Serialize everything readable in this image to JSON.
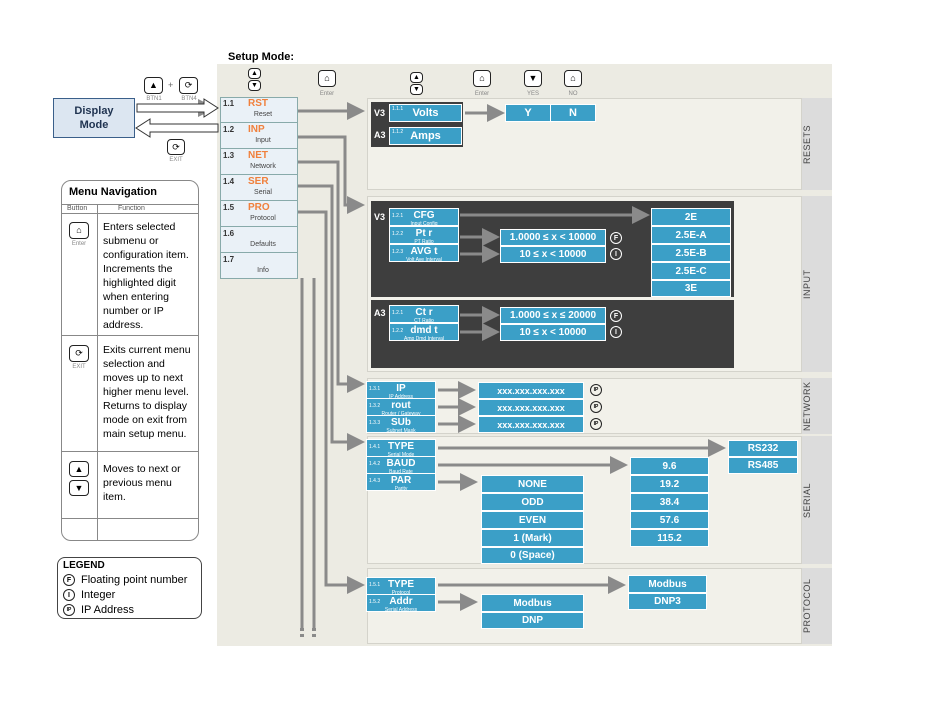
{
  "setup_title": "Setup Mode:",
  "display_mode": "Display\nMode",
  "btn_labels": {
    "btn1": "BTN1",
    "btn4": "BTN4",
    "exit": "EXIT",
    "enter": "Enter",
    "yes": "YES",
    "no": "NO",
    "plus": "+"
  },
  "menu_items": [
    {
      "num": "1.1",
      "label": "RST",
      "sub": "Reset"
    },
    {
      "num": "1.2",
      "label": "INP",
      "sub": "Input"
    },
    {
      "num": "1.3",
      "label": "NET",
      "sub": "Network"
    },
    {
      "num": "1.4",
      "label": "SER",
      "sub": "Serial"
    },
    {
      "num": "1.5",
      "label": "PRO",
      "sub": "Protocol"
    },
    {
      "num": "1.6",
      "label": "",
      "sub": "Defaults"
    },
    {
      "num": "1.7",
      "label": "",
      "sub": "Info"
    }
  ],
  "sections": {
    "resets": "RESETS",
    "input": "INPUT",
    "network": "NETWORK",
    "serial": "SERIAL",
    "protocol": "PROTOCOL"
  },
  "resets": {
    "v3": "V3",
    "a3": "A3",
    "volts_idx": "1.1.1",
    "volts": "Volts",
    "amps_idx": "1.1.2",
    "amps": "Amps",
    "y": "Y",
    "n": "N"
  },
  "input": {
    "v3": "V3",
    "a3": "A3",
    "cfg": {
      "idx": "1.2.1",
      "label": "CFG",
      "sub": "Input Config"
    },
    "ptr": {
      "idx": "1.2.2",
      "label": "Pt r",
      "sub": "PT Ratio"
    },
    "avgt": {
      "idx": "1.2.3",
      "label": "AVG t",
      "sub": "Volt Ave Interval"
    },
    "ctr": {
      "idx": "1.2.1",
      "label": "Ct r",
      "sub": "CT Ratio"
    },
    "dmdt": {
      "idx": "1.2.2",
      "label": "dmd t",
      "sub": "Amp Dmd Interval"
    },
    "range_pt": "1.0000 ≤ x < 10000",
    "range_avg": "10 ≤ x < 10000",
    "range_ct": "1.0000 ≤ x ≤ 20000",
    "range_dmd": "10 ≤ x < 10000",
    "cfg_options": [
      "2E",
      "2.5E-A",
      "2.5E-B",
      "2.5E-C",
      "3E"
    ]
  },
  "network": {
    "ip": {
      "idx": "1.3.1",
      "label": "IP",
      "sub": "IP Address"
    },
    "rout": {
      "idx": "1.3.2",
      "label": "rout",
      "sub": "Router / Gateway"
    },
    "sub": {
      "idx": "1.3.3",
      "label": "SUb",
      "sub": "Subnet Mask"
    },
    "value": "xxx.xxx.xxx.xxx"
  },
  "serial": {
    "type": {
      "idx": "1.4.1",
      "label": "TYPE",
      "sub": "Serial Mode"
    },
    "baud": {
      "idx": "1.4.2",
      "label": "BAUD",
      "sub": "Baud Rate"
    },
    "par": {
      "idx": "1.4.3",
      "label": "PAR",
      "sub": "Parity"
    },
    "type_options": [
      "RS232",
      "RS485"
    ],
    "baud_options": [
      "9.6",
      "19.2",
      "38.4",
      "57.6",
      "115.2"
    ],
    "par_options": [
      "NONE",
      "ODD",
      "EVEN",
      "1 (Mark)",
      "0 (Space)"
    ]
  },
  "protocol": {
    "type": {
      "idx": "1.5.1",
      "label": "TYPE",
      "sub": "Protocol"
    },
    "addr": {
      "idx": "1.5.2",
      "label": "Addr",
      "sub": "Serial Address"
    },
    "type_options": [
      "Modbus",
      "DNP3"
    ],
    "addr_options": [
      "Modbus",
      "DNP"
    ]
  },
  "nav": {
    "title": "Menu Navigation",
    "col_button": "Button",
    "col_function": "Function",
    "enter_text": "Enters selected submenu or configuration item. Increments the highlighted digit when entering number or IP address.",
    "exit_text": "Exits current menu selection and moves up to next higher menu level. Returns to display mode on exit from main setup menu.",
    "updown_text": "Moves to next or previous menu item."
  },
  "legend": {
    "title": "LEGEND",
    "items": [
      {
        "sym": "F",
        "text": "Floating point number"
      },
      {
        "sym": "I",
        "text": "Integer"
      },
      {
        "sym": "IP",
        "text": "IP Address"
      }
    ]
  },
  "colors": {
    "blue": "#3b9fc7",
    "orange": "#f0803c",
    "panel": "#ecebe3",
    "dark": "#3e3e3e",
    "arrow": "#8a8a8a"
  }
}
